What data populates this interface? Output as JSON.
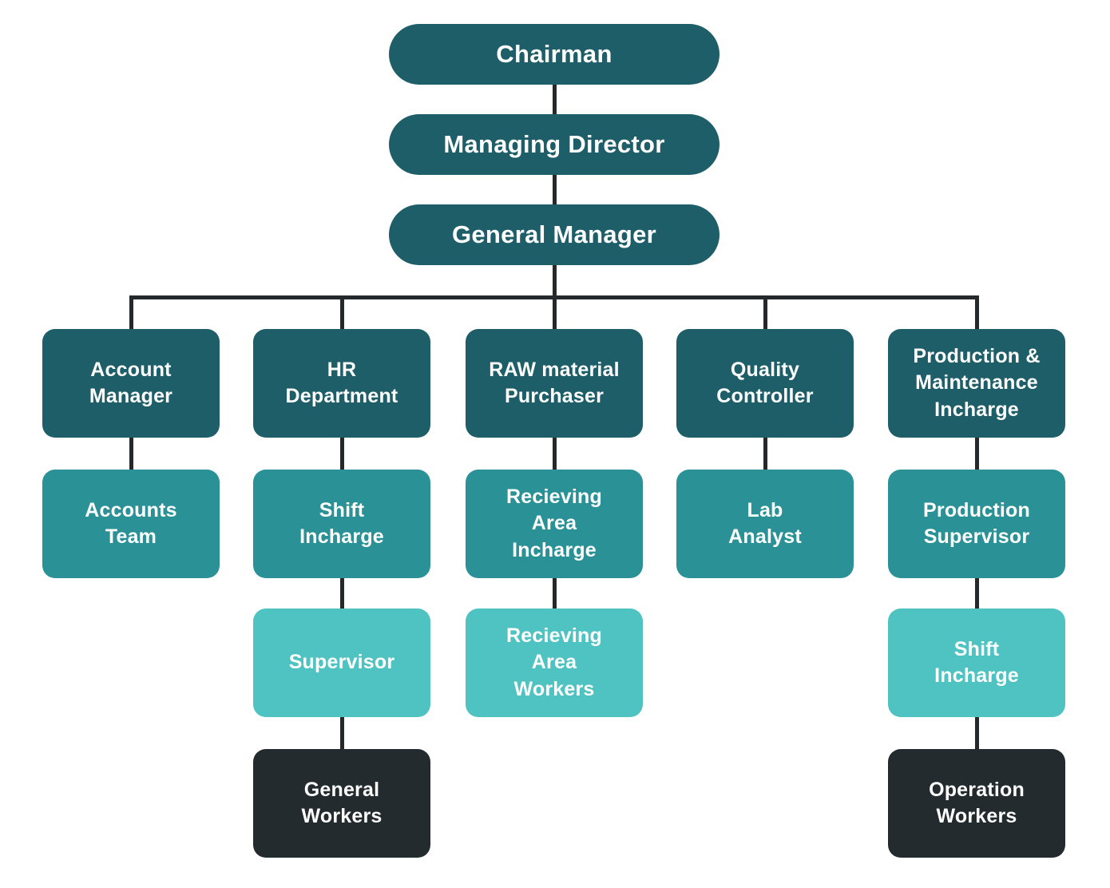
{
  "colors": {
    "dark-teal": "#1d5e69",
    "mid-teal": "#2a9296",
    "light-teal": "#4ec3c1",
    "charcoal": "#232b2f",
    "line": "#25292c",
    "text": "#ffffff",
    "background": "#ffffff"
  },
  "chart_type": "org-chart",
  "chain": [
    {
      "label": "Chairman"
    },
    {
      "label": "Managing Director"
    },
    {
      "label": "General Manager"
    }
  ],
  "columns": [
    {
      "name": "accounts",
      "nodes": [
        {
          "label": "Account\nManager",
          "tier": "dark-teal"
        },
        {
          "label": "Accounts\nTeam",
          "tier": "mid-teal"
        }
      ]
    },
    {
      "name": "hr",
      "nodes": [
        {
          "label": "HR\nDepartment",
          "tier": "dark-teal"
        },
        {
          "label": "Shift\nIncharge",
          "tier": "mid-teal"
        },
        {
          "label": "Supervisor",
          "tier": "light-teal"
        },
        {
          "label": "General\nWorkers",
          "tier": "charcoal"
        }
      ]
    },
    {
      "name": "raw-material",
      "nodes": [
        {
          "label": "RAW material\nPurchaser",
          "tier": "dark-teal"
        },
        {
          "label": "Recieving\nArea\nIncharge",
          "tier": "mid-teal"
        },
        {
          "label": "Recieving\nArea\nWorkers",
          "tier": "light-teal"
        }
      ]
    },
    {
      "name": "quality",
      "nodes": [
        {
          "label": "Quality\nController",
          "tier": "dark-teal"
        },
        {
          "label": "Lab\nAnalyst",
          "tier": "mid-teal"
        }
      ]
    },
    {
      "name": "production-maintenance",
      "nodes": [
        {
          "label": "Production &\nMaintenance\nIncharge",
          "tier": "dark-teal"
        },
        {
          "label": "Production\nSupervisor",
          "tier": "mid-teal"
        },
        {
          "label": "Shift\nIncharge",
          "tier": "light-teal"
        },
        {
          "label": "Operation\nWorkers",
          "tier": "charcoal"
        }
      ]
    }
  ]
}
